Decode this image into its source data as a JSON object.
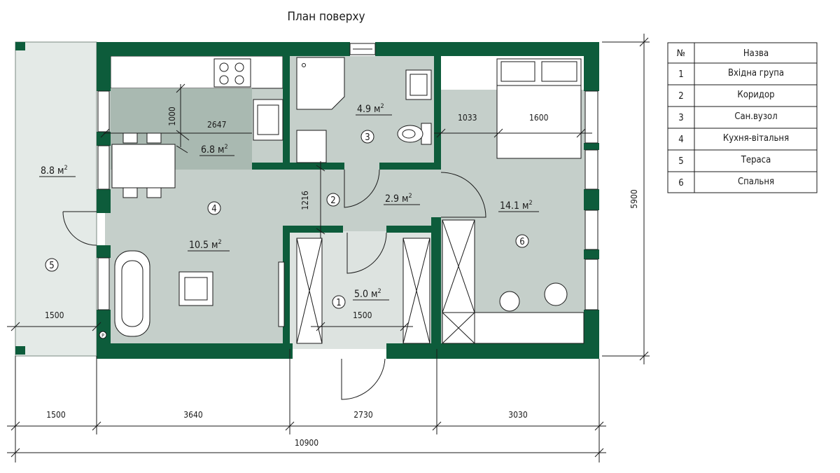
{
  "plan": {
    "title": "План поверху"
  },
  "rooms": [
    {
      "number": "1",
      "area": "5.0 м",
      "sup": "2"
    },
    {
      "number": "2",
      "area": "2.9 м",
      "sup": "2"
    },
    {
      "number": "3",
      "area": "4.9 м",
      "sup": "2"
    },
    {
      "number": "4",
      "area": "10.5 м",
      "sup": "2"
    },
    {
      "number": "5",
      "area": "8.8 м",
      "sup": "2"
    },
    {
      "number": "6",
      "area": "14.1 м",
      "sup": "2"
    }
  ],
  "kitchen_area": {
    "area": "6.8 м",
    "sup": "2"
  },
  "panel_label": "P",
  "inner_dims": {
    "kitchen_width": "2647",
    "kitchen_depth": "1000",
    "terrace_width": "1500",
    "corridor_depth": "1216",
    "entry_width": "1500",
    "bed_side": "1033",
    "bed_width": "1600"
  },
  "outer_dims": {
    "terrace": "1500",
    "kitchen_living": "3640",
    "middle": "2730",
    "bedroom": "3030",
    "total_width": "10900",
    "total_depth": "5900"
  },
  "legend": {
    "header_no": "№",
    "header_name": "Назва",
    "rows": [
      {
        "no": "1",
        "name": "Вхідна група"
      },
      {
        "no": "2",
        "name": "Коридор"
      },
      {
        "no": "3",
        "name": "Сан.вузол"
      },
      {
        "no": "4",
        "name": "Кухня-вітальня"
      },
      {
        "no": "5",
        "name": "Тераса"
      },
      {
        "no": "6",
        "name": "Спальня"
      }
    ]
  },
  "colors": {
    "wall": "#0d5c3b",
    "floor": "#c5cfca",
    "kitchen_zone": "#a9b9b1",
    "terrace": "#e4eae7",
    "line": "#1a1a1a"
  }
}
